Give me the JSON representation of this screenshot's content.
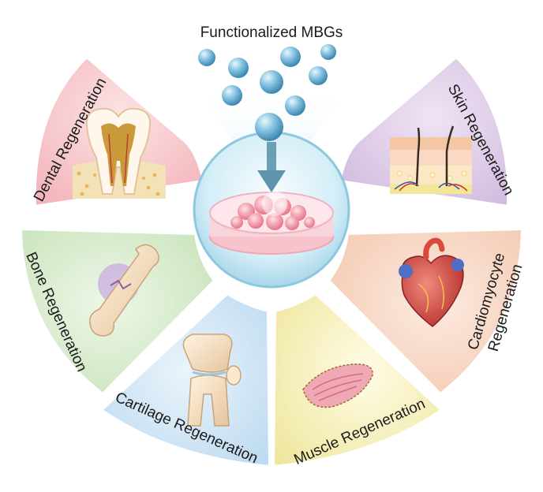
{
  "title": "Functionalized MBGs",
  "center": {
    "label": ""
  },
  "sectors": [
    {
      "id": "dental",
      "label": "Dental Regeneration",
      "icon": "tooth-icon",
      "color": "#f5c4c8"
    },
    {
      "id": "skin",
      "label": "Skin Regeneration",
      "icon": "skin-layers-icon",
      "color": "#dccbe6"
    },
    {
      "id": "bone",
      "label": "Bone Regeneration",
      "icon": "bone-icon",
      "color": "#d3e8c8"
    },
    {
      "id": "cardio",
      "label_line1": "Cardiomyocyte",
      "label_line2": "Regeneration",
      "icon": "heart-icon",
      "color": "#f6d6c4"
    },
    {
      "id": "cartilage",
      "label": "Cartilage Regeneration",
      "icon": "knee-joint-icon",
      "color": "#cfe3f3"
    },
    {
      "id": "muscle",
      "label": "Muscle Regeneration",
      "icon": "muscle-tissue-icon",
      "color": "#f5f0b8"
    }
  ],
  "colors": {
    "center_ring": "#bfe3f0",
    "sphere": "#6fb4d6",
    "arrow": "#6a9fb5",
    "dish": "#f4a6b4"
  }
}
